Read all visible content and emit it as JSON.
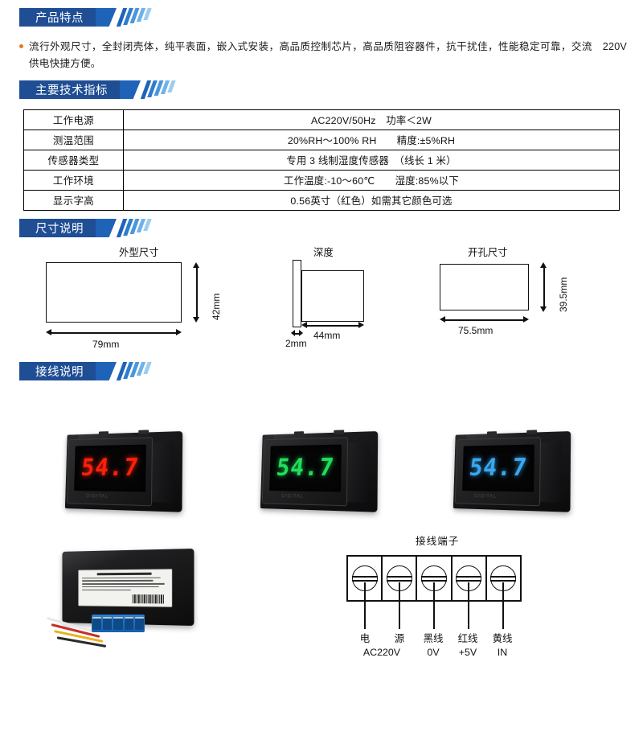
{
  "sections": [
    {
      "id": "features",
      "title": "产品特点"
    },
    {
      "id": "specs",
      "title": "主要技术指标"
    },
    {
      "id": "dimensions",
      "title": "尺寸说明"
    },
    {
      "id": "wiring",
      "title": "接线说明"
    }
  ],
  "features": {
    "bullet": "流行外观尺寸，全封闭壳体，纯平表面，嵌入式安装，高品质控制芯片，高品质阻容器件，抗干扰佳，性能稳定可靠，交流　220V　供电快捷方便。"
  },
  "spec_table": {
    "rows": [
      {
        "key": "工作电源",
        "value": "AC220V/50Hz　功率＜2W"
      },
      {
        "key": "测温范围",
        "value": "20%RH～100% RH　　精度:±5%RH"
      },
      {
        "key": "传感器类型",
        "value": "专用 3 线制湿度传感器　（线长 1 米）"
      },
      {
        "key": "工作环境",
        "value": "工作温度:-10～60℃　　湿度:85%以下"
      },
      {
        "key": "显示字高",
        "value": "0.56英寸（红色）如需其它颜色可选"
      }
    ]
  },
  "dimensions": {
    "outline": {
      "title": "外型尺寸",
      "width": "79mm",
      "height": "42mm"
    },
    "depth": {
      "title": "深度",
      "depth": "44mm",
      "bezel": "2mm"
    },
    "cutout": {
      "title": "开孔尺寸",
      "width": "75.5mm",
      "height": "39.5mm"
    }
  },
  "meters": [
    {
      "color_name": "red",
      "reading": "54.7",
      "brand": "DIGITAL"
    },
    {
      "color_name": "green",
      "reading": "54.7",
      "brand": "DIGITAL"
    },
    {
      "color_name": "blue",
      "reading": "54.7",
      "brand": "DIGITAL"
    }
  ],
  "wiring_diagram": {
    "title": "接线端子",
    "terminals": [
      {
        "label": "电",
        "sub": "AC220V"
      },
      {
        "label": "源",
        "sub": ""
      },
      {
        "label": "黑线",
        "sub": "0V"
      },
      {
        "label": "红线",
        "sub": "+5V"
      },
      {
        "label": "黄线",
        "sub": "IN"
      }
    ]
  },
  "colors": {
    "banner_dark": "#1f4e94",
    "banner_light": "#1f63b8",
    "bullet_dot": "#e07b1f",
    "display_red": "#ff1f0a",
    "display_green": "#20e05a",
    "display_blue": "#3aa8f0"
  }
}
